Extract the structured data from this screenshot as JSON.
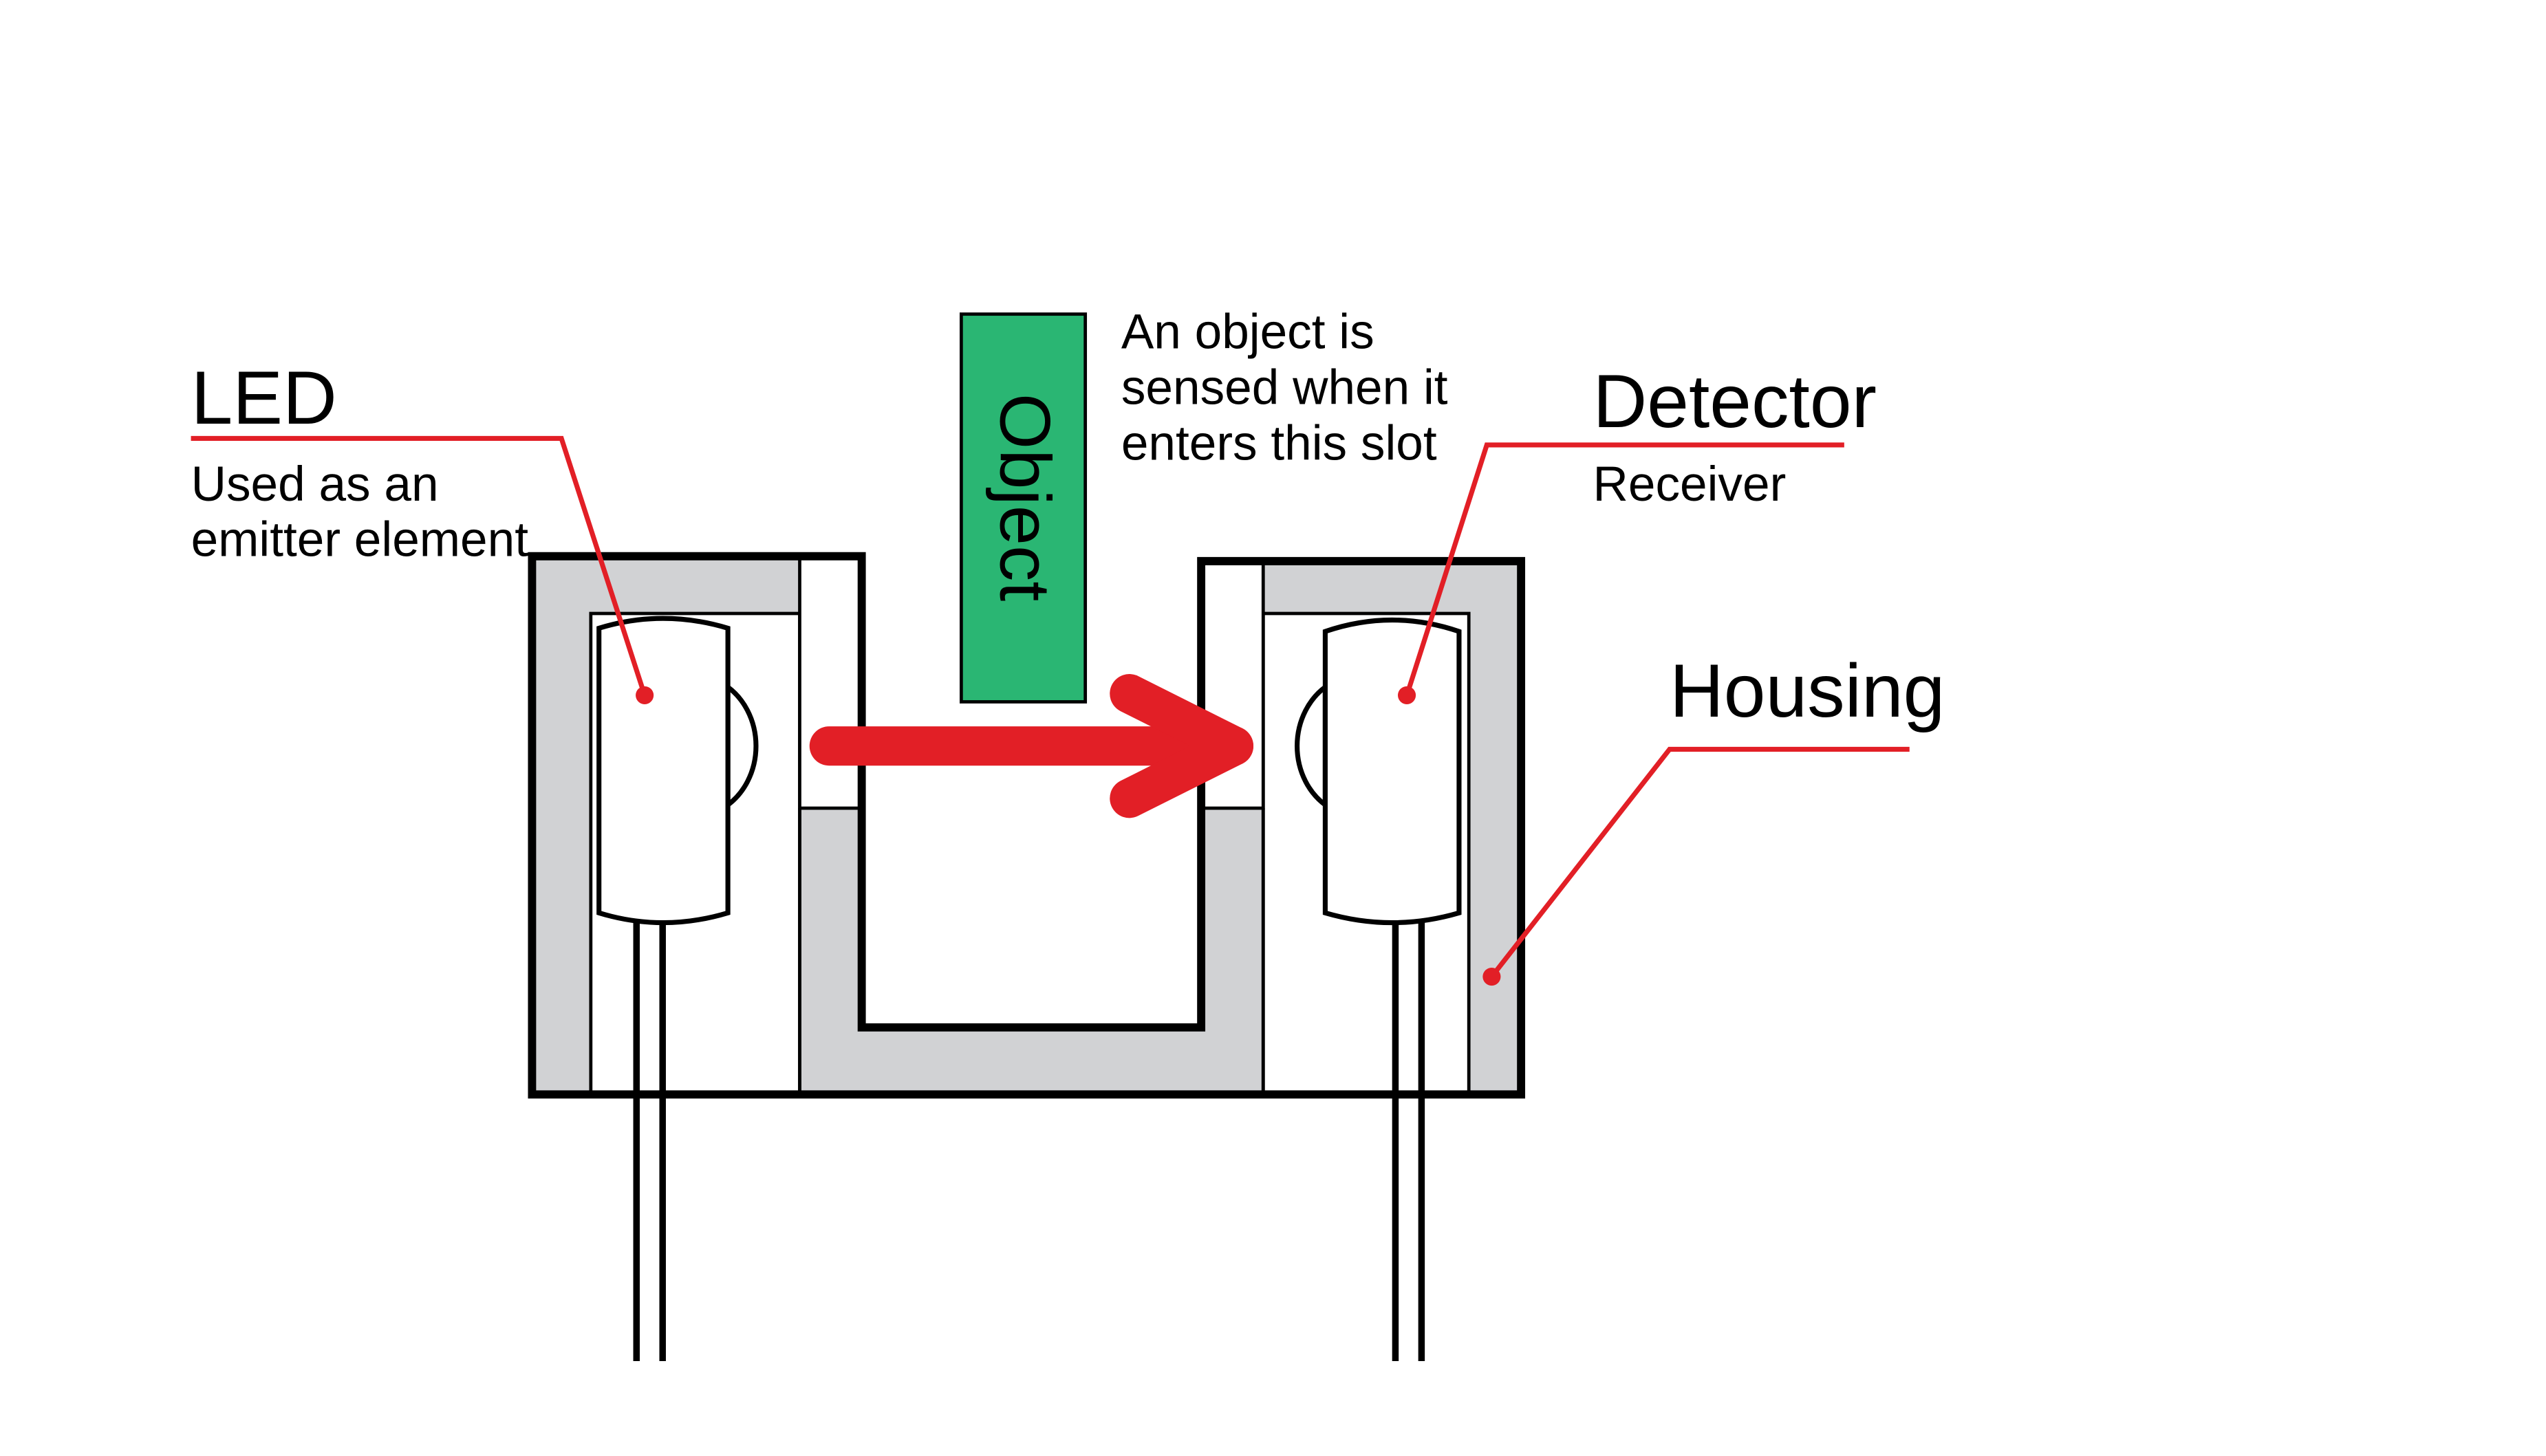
{
  "labels": {
    "led_title": "LED",
    "led_desc_line1": "Used as an",
    "led_desc_line2": "emitter element",
    "detector_title": "Detector",
    "detector_desc": "Receiver",
    "housing_title": "Housing",
    "object_label": "Object",
    "slot_desc_line1": "An object is",
    "slot_desc_line2": "sensed when it",
    "slot_desc_line3": "enters this slot"
  },
  "colors": {
    "housing_fill": "#d1d2d4",
    "outline": "#000000",
    "leader": "#e21f26",
    "beam": "#e21f26",
    "object_fill": "#2ab673"
  }
}
